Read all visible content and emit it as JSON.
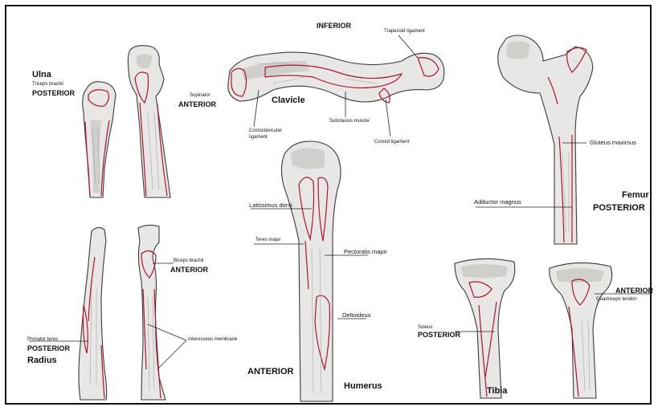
{
  "colors": {
    "attachment_outline": "#b3122e",
    "bone_fill": "#e7e7e5",
    "frame": "#111111"
  },
  "ulna": {
    "title": "Ulna",
    "triceps": "Triceps brachii",
    "posterior": "POSTERIOR",
    "supinator": "Supinator",
    "anterior": "ANTERIOR"
  },
  "clavicle": {
    "inferior": "INFERIOR",
    "trapezoid": "Trapezoid ligament",
    "title": "Clavicle",
    "costoclavicular_1": "Costoclavicular",
    "costoclavicular_2": "ligament",
    "subclavius": "Subclavius muscle",
    "conoid": "Conoid ligament"
  },
  "femur": {
    "gluteus": "Gluteus maximus",
    "adductor": "Adductor magnus",
    "title": "Femur",
    "posterior": "POSTERIOR"
  },
  "humerus": {
    "latissimus": "Latissimus dorsi",
    "teres": "Teres major",
    "pectoralis": "Pectoralis major",
    "deltoideus": "Deltoideus",
    "anterior": "ANTERIOR",
    "title": "Humerus"
  },
  "radius": {
    "biceps": "Biceps brachii",
    "anterior": "ANTERIOR",
    "pronator": "Pronator teres",
    "posterior": "POSTERIOR",
    "title": "Radius",
    "interosseus": "Interosseus membrane"
  },
  "tibia": {
    "soleus": "Soleus",
    "posterior": "POSTERIOR",
    "title": "Tibia",
    "anterior": "ANTERIOR",
    "quadriceps": "Quadriceps tendon"
  }
}
